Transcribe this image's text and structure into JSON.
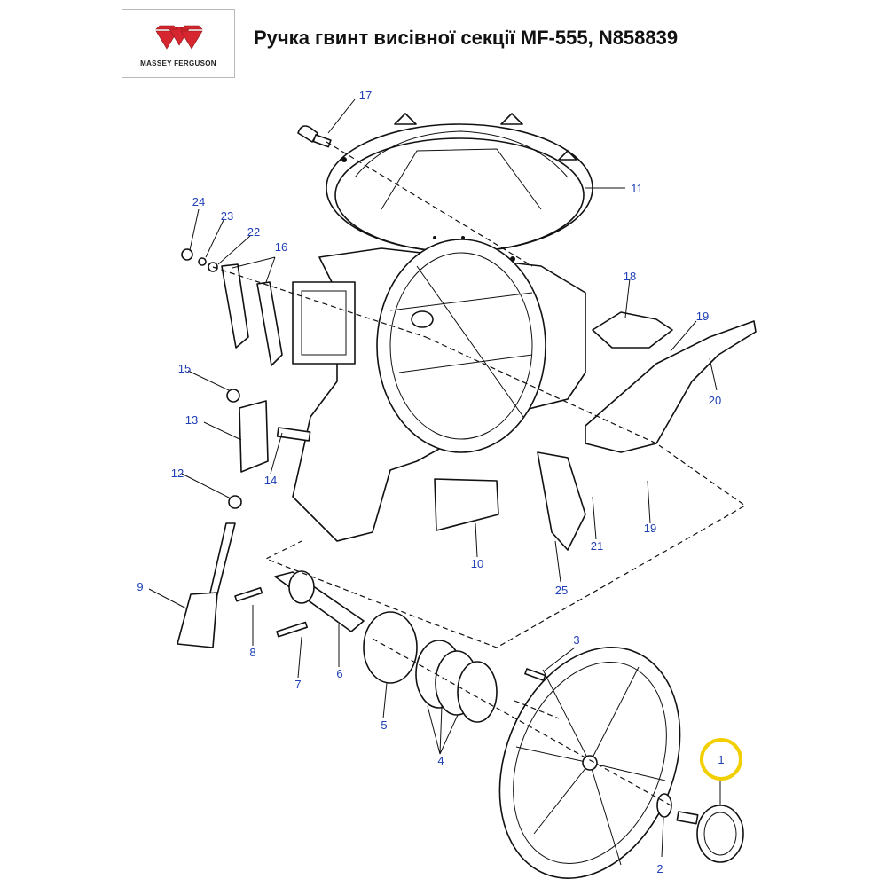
{
  "header": {
    "logo_text": "MASSEY FERGUSON",
    "logo_color": "#d6262f",
    "title": "Ручка гвинт висівної секції MF-555, N858839"
  },
  "highlight_color": "#f2cf00",
  "callout_color": "#1f3fb4",
  "highlighted_callout": "1",
  "callouts": [
    {
      "id": "c1",
      "label": "1"
    },
    {
      "id": "c2",
      "label": "2"
    },
    {
      "id": "c3",
      "label": "3"
    },
    {
      "id": "c4",
      "label": "4"
    },
    {
      "id": "c5",
      "label": "5"
    },
    {
      "id": "c6",
      "label": "6"
    },
    {
      "id": "c7",
      "label": "7"
    },
    {
      "id": "c8",
      "label": "8"
    },
    {
      "id": "c9",
      "label": "9"
    },
    {
      "id": "c10",
      "label": "10"
    },
    {
      "id": "c11",
      "label": "11"
    },
    {
      "id": "c12",
      "label": "12"
    },
    {
      "id": "c13",
      "label": "13"
    },
    {
      "id": "c14",
      "label": "14"
    },
    {
      "id": "c15",
      "label": "15"
    },
    {
      "id": "c16",
      "label": "16"
    },
    {
      "id": "c17",
      "label": "17"
    },
    {
      "id": "c18",
      "label": "18"
    },
    {
      "id": "c19a",
      "label": "19"
    },
    {
      "id": "c19b",
      "label": "19"
    },
    {
      "id": "c20",
      "label": "20"
    },
    {
      "id": "c21",
      "label": "21"
    },
    {
      "id": "c22",
      "label": "22"
    },
    {
      "id": "c23",
      "label": "23"
    },
    {
      "id": "c24",
      "label": "24"
    },
    {
      "id": "c25",
      "label": "25"
    }
  ]
}
